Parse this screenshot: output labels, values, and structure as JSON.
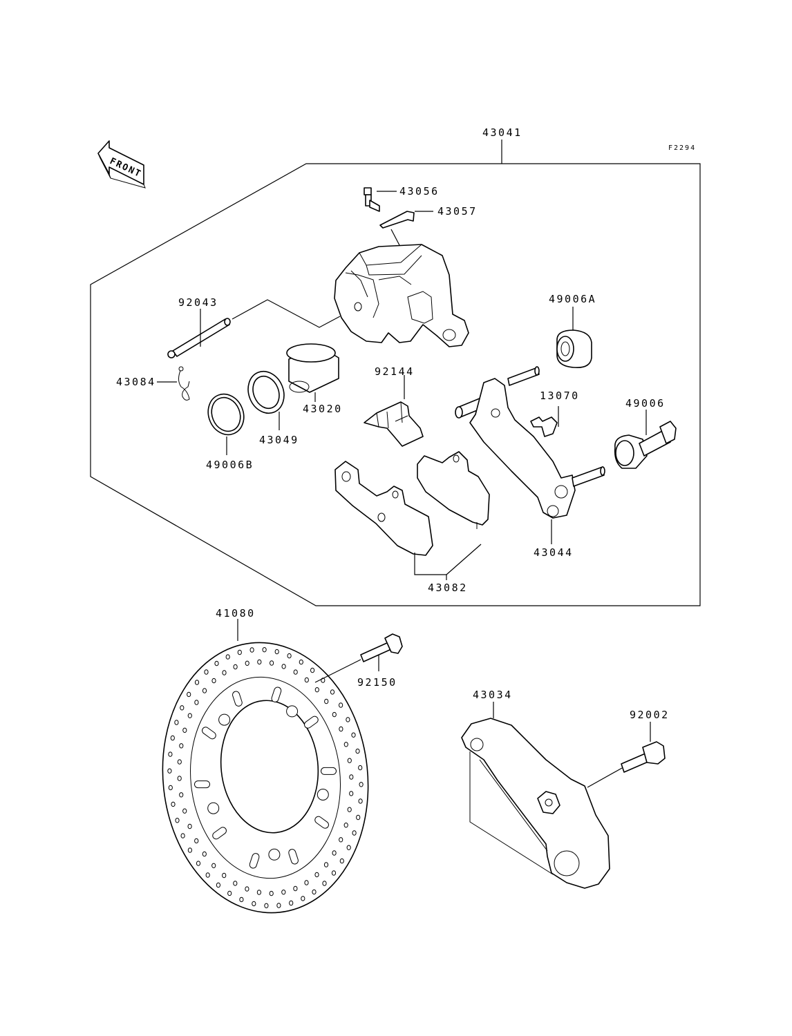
{
  "figure_code": "F2294",
  "front_label": "FRONT",
  "parts": {
    "caliper_assembly": "43041",
    "bleeder_valve": "43056",
    "bleeder_cap": "43057",
    "pad_pin": "92043",
    "pin_clip": "43084",
    "piston": "43020",
    "piston_seal": "43049",
    "dust_seal": "49006B",
    "pad_spring": "92144",
    "boot_a": "49006A",
    "pad_holder_spring": "13070",
    "boot": "49006",
    "caliper_holder": "43044",
    "pad_set": "43082",
    "disc": "41080",
    "disc_bolt": "92150",
    "caliper_bracket": "43034",
    "bracket_bolt": "92002"
  }
}
